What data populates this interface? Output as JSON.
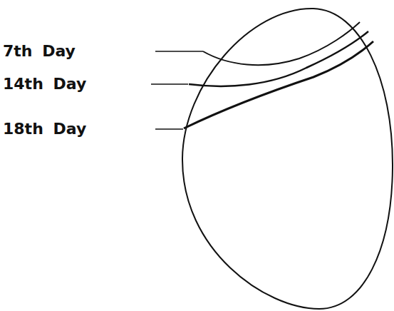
{
  "diagram": {
    "labels": [
      "7th Day",
      "14th Day",
      "18th Day"
    ]
  }
}
